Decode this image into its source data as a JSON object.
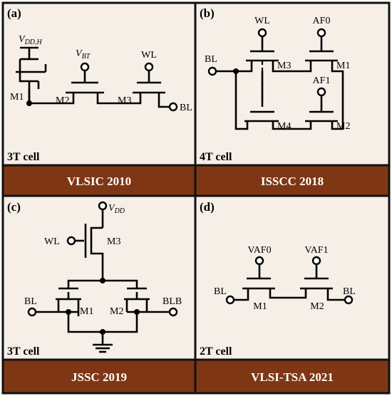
{
  "panels": {
    "a": {
      "label": "(a)",
      "cell": "3T cell",
      "banner": "VLSIC 2010",
      "vdd_main": "V",
      "vdd_sub": "DD,H",
      "vbt_main": "V",
      "vbt_sub": "BT",
      "wl": "WL",
      "bl": "BL",
      "m1": "M1",
      "m2": "M2",
      "m3": "M3"
    },
    "b": {
      "label": "(b)",
      "cell": "4T cell",
      "banner": "ISSCC 2018",
      "wl": "WL",
      "af0": "AF0",
      "af1": "AF1",
      "bl": "BL",
      "m1": "M1",
      "m2": "M2",
      "m3": "M3",
      "m4": "M4"
    },
    "c": {
      "label": "(c)",
      "cell": "3T cell",
      "banner": "JSSC 2019",
      "vdd_main": "V",
      "vdd_sub": "DD",
      "wl": "WL",
      "bl": "BL",
      "blb": "BLB",
      "m1": "M1",
      "m2": "M2",
      "m3": "M3"
    },
    "d": {
      "label": "(d)",
      "cell": "2T cell",
      "banner": "VLSI-TSA 2021",
      "vaf0": "VAF0",
      "vaf1": "VAF1",
      "bl_left": "BL",
      "bl_right": "BL",
      "m1": "M1",
      "m2": "M2"
    }
  },
  "colors": {
    "panel_background": "#f6efe7",
    "banner": "#7e3614",
    "banner_text": "#ffffff",
    "ink": "#000000"
  }
}
